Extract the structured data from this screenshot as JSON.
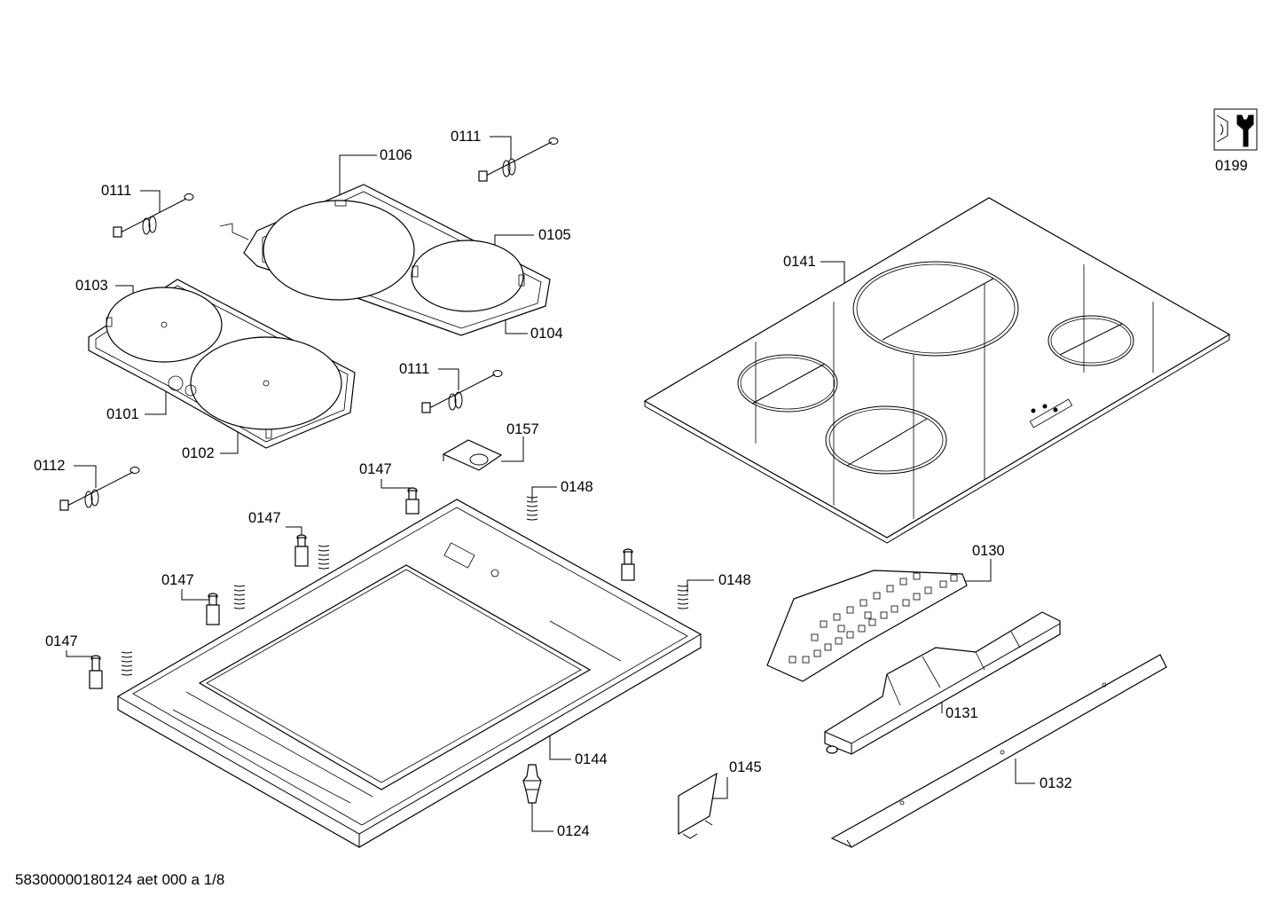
{
  "diagram": {
    "labels": {
      "p0101": "0101",
      "p0102": "0102",
      "p0103": "0103",
      "p0104": "0104",
      "p0105": "0105",
      "p0106": "0106",
      "p0111_a": "0111",
      "p0111_b": "0111",
      "p0111_c": "0111",
      "p0112": "0112",
      "p0124": "0124",
      "p0130": "0130",
      "p0131": "0131",
      "p0132": "0132",
      "p0141": "0141",
      "p0144": "0144",
      "p0145": "0145",
      "p0147_a": "0147",
      "p0147_b": "0147",
      "p0147_c": "0147",
      "p0147_d": "0147",
      "p0148_a": "0148",
      "p0148_b": "0148",
      "p0157": "0157",
      "p0199": "0199"
    },
    "footer": "58300000180124 aet 000 a 1/8",
    "icons": {
      "service": "service-wrench-icon"
    }
  }
}
